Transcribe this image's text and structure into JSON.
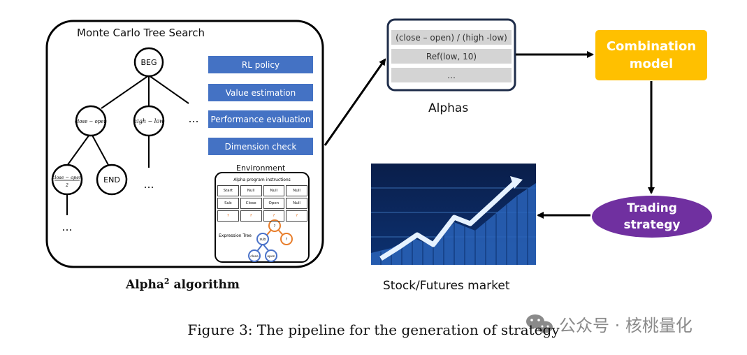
{
  "mcts": {
    "title": "Monte Carlo Tree Search",
    "nodes": {
      "root": "BEG",
      "left": "close − open",
      "middle": "high − low",
      "leaf_top": "close − open",
      "leaf_bottom": "2",
      "end": "END"
    },
    "ellipsis": "…",
    "buttons": [
      "RL policy",
      "Value estimation",
      "Performance evaluation",
      "Dimension check"
    ],
    "environment": {
      "title": "Environment",
      "subtitle": "Alpha program instructions",
      "grid": [
        [
          "Start",
          "Null",
          "Null",
          "Null"
        ],
        [
          "Sub",
          "Close",
          "Open",
          "Null"
        ],
        [
          "?",
          "?",
          "?",
          "?"
        ]
      ],
      "expression_tree_label": "Expression Tree",
      "tree": {
        "root": "?",
        "sub": "sub",
        "right": "?",
        "close": "close",
        "open": "open"
      }
    }
  },
  "algorithm_label": {
    "text": "Alpha",
    "sup": "2",
    "rest": " algorithm"
  },
  "alphas": {
    "rows": [
      "(close – open) / (high -low)",
      "Ref(low, 10)",
      "…"
    ],
    "label": "Alphas"
  },
  "combination": {
    "line1": "Combination",
    "line2": "model"
  },
  "trading": {
    "line1": "Trading",
    "line2": "strategy"
  },
  "market_label": "Stock/Futures market",
  "caption": "Figure 3: The pipeline for the generation of strategy",
  "watermark": "公众号 · 核桃量化",
  "colors": {
    "blue_button": "#4472c4",
    "combination": "#ffc000",
    "trading": "#7030a0",
    "tree_orange": "#e87d2a",
    "tree_blue": "#4a72c8"
  },
  "icons": [
    "wechat-icon"
  ]
}
